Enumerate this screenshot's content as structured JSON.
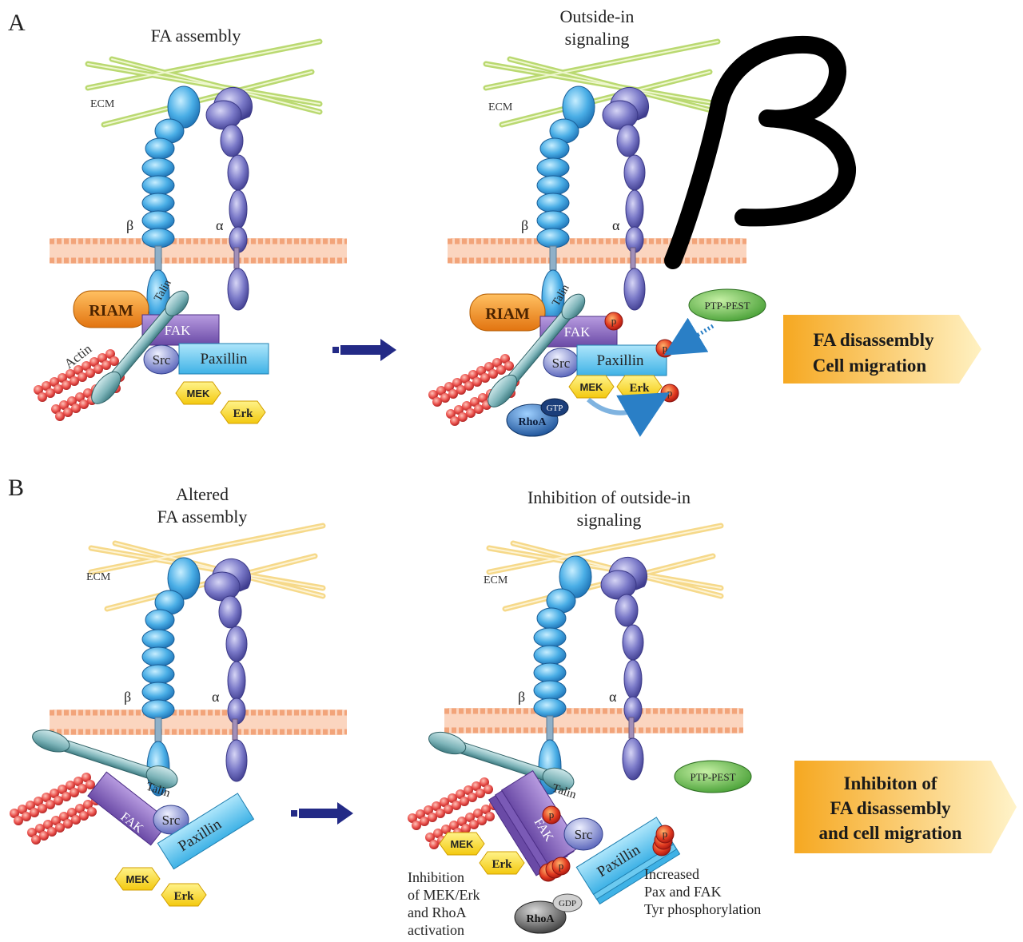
{
  "panels": {
    "a": {
      "letter": "A",
      "title_left": "FA assembly",
      "title_right_line1": "Outside-in",
      "title_right_line2": "signaling",
      "outcome_line1": "FA disassembly",
      "outcome_line2": "Cell migration"
    },
    "b": {
      "letter": "B",
      "title_left_line1": "Altered",
      "title_left_line2": "FA assembly",
      "title_right_line1": "Inhibition of outside-in",
      "title_right_line2": "signaling",
      "outcome_line1": "Inhibiton of",
      "outcome_line2": "FA disassembly",
      "outcome_line3": "and cell migration",
      "note_left_line1": "Inhibition",
      "note_left_line2": "of MEK/Erk",
      "note_left_line3": "and RhoA",
      "note_left_line4": "activation",
      "note_right_line1": "Increased",
      "note_right_line2": "Pax and FAK",
      "note_right_line3": "Tyr phosphorylation"
    }
  },
  "labels": {
    "ecm": "ECM",
    "beta": "β",
    "alpha": "α",
    "riam": "RIAM",
    "talin": "Talin",
    "fak": "FAK",
    "src": "Src",
    "paxillin": "Paxillin",
    "mek": "MEK",
    "erk": "Erk",
    "actin": "Actin",
    "phospho": "p",
    "ptp_pest": "PTP-PEST",
    "rhoa": "RhoA",
    "gtp": "GTP",
    "gdp": "GDP"
  },
  "colors": {
    "ecm_active": "#b7d86a",
    "ecm_altered": "#f6d98a",
    "beta_integrin": "#4aaee6",
    "alpha_integrin": "#7a79c8",
    "membrane": "#f2a47a",
    "riam": "#f0921a",
    "talin": "#6fa9ad",
    "fak": "#8d6bc0",
    "src": "#5f6fc0",
    "paxillin": "#59c3ea",
    "mek_erk": "#ffe03a",
    "actin": "#e84c48",
    "phospho": "#d9252b",
    "ptp_pest": "#5fb84a",
    "rhoa_gtp": "#2c6fb8",
    "rhoa_gdp": "#6a6a6a",
    "arrow": "#232a86",
    "outcome": "#f7b733"
  },
  "handwriting": "β"
}
